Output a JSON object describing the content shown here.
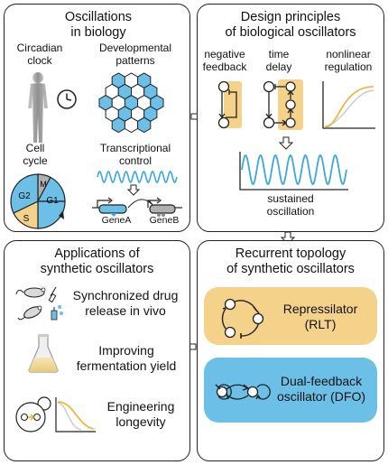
{
  "panel_biology": {
    "title_line1": "Oscillations",
    "title_line2": "in biology",
    "circadian_line1": "Circadian",
    "circadian_line2": "clock",
    "developmental_line1": "Developmental",
    "developmental_line2": "patterns",
    "cell_cycle_line1": "Cell",
    "cell_cycle_line2": "cycle",
    "cell_cycle_phases": [
      "M",
      "G1",
      "S",
      "G2"
    ],
    "transcriptional_line1": "Transcriptional",
    "transcriptional_line2": "control",
    "gene_a": "GeneA",
    "gene_b": "GeneB"
  },
  "panel_design": {
    "title_line1": "Design principles",
    "title_line2": "of biological oscillators",
    "negative_line1": "negative",
    "negative_line2": "feedback",
    "delay_line1": "time",
    "delay_line2": "delay",
    "nonlinear_line1": "nonlinear",
    "nonlinear_line2": "regulation",
    "sustained_line1": "sustained",
    "sustained_line2": "oscillation"
  },
  "panel_topology": {
    "title_line1": "Recurrent topology",
    "title_line2": "of synthetic oscillators",
    "repressilator_line1": "Repressilator",
    "repressilator_line2": "(RLT)",
    "dfo_line1": "Dual-feedback",
    "dfo_line2": "oscillator (DFO)"
  },
  "panel_applications": {
    "title_line1": "Applications of",
    "title_line2": "synthetic oscillators",
    "app1_line1": "Synchronized drug",
    "app1_line2": "release in vivo",
    "app2_line1": "Improving",
    "app2_line2": "fermentation yield",
    "app3_line1": "Engineering",
    "app3_line2": "longevity"
  },
  "colors": {
    "blue": "#6cc0e8",
    "light_blue": "#a8d8f0",
    "orange": "#f5d28a",
    "orange_line": "#f0b030",
    "gray": "#9a9a9a",
    "outline": "#222222"
  }
}
